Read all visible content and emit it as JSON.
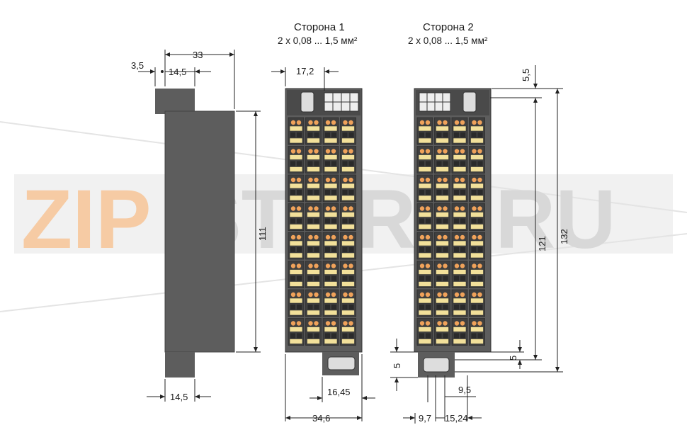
{
  "side1": {
    "title": "Сторона 1",
    "spec": "2 x 0,08 ... 1,5 мм²"
  },
  "side2": {
    "title": "Сторона 2",
    "spec": "2 x 0,08 ... 1,5 мм²"
  },
  "watermark": {
    "part1": "ZIP",
    "part2": "STORE.RU"
  },
  "dims": {
    "d33": "33",
    "d35": "3,5",
    "d145top": "14,5",
    "d111": "111",
    "d145bot": "14,5",
    "d172": "17,2",
    "d1645": "16,45",
    "d346": "34,6",
    "d55": "5,5",
    "d121": "121",
    "d132": "132",
    "d5left": "5",
    "d5right": "5",
    "d95": "9,5",
    "d97": "9,7",
    "d1524": "15,24"
  },
  "colors": {
    "body": "#5d5d5d",
    "dark": "#3f3f3f",
    "slot": "#2a2a2a",
    "led": "#f2e09a",
    "orange": "#f0a25a",
    "watermark_grey": "#b9b9b9"
  }
}
